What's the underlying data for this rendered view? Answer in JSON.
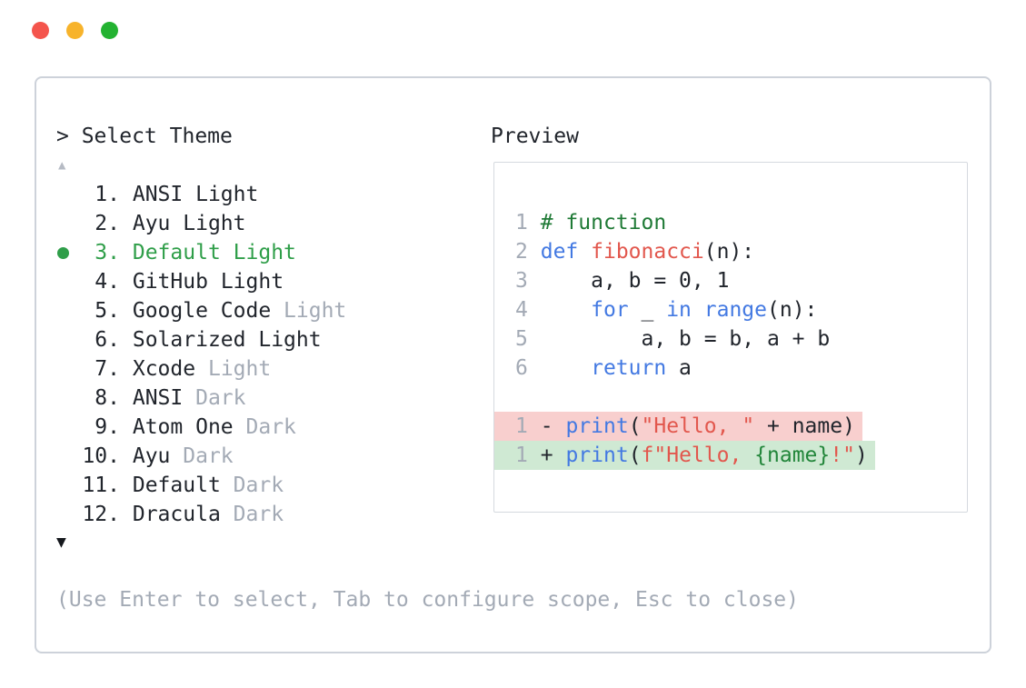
{
  "window": {
    "controls": [
      {
        "name": "close",
        "color": "#f4544c"
      },
      {
        "name": "minimize",
        "color": "#f7b32b"
      },
      {
        "name": "maximize",
        "color": "#23b231"
      }
    ]
  },
  "theme_picker": {
    "prompt": "> Select Theme",
    "scroll_up_indicator": "▲",
    "scroll_down_indicator": "▼",
    "hint": "(Use Enter to select, Tab to configure scope, Esc to close)",
    "items": [
      {
        "number": "1.",
        "name": "ANSI",
        "variant": "Light",
        "muted_variant": false,
        "selected": false
      },
      {
        "number": "2.",
        "name": "Ayu",
        "variant": "Light",
        "muted_variant": false,
        "selected": false
      },
      {
        "number": "3.",
        "name": "Default",
        "variant": "Light",
        "muted_variant": false,
        "selected": true
      },
      {
        "number": "4.",
        "name": "GitHub",
        "variant": "Light",
        "muted_variant": false,
        "selected": false
      },
      {
        "number": "5.",
        "name": "Google Code",
        "variant": "Light",
        "muted_variant": true,
        "selected": false
      },
      {
        "number": "6.",
        "name": "Solarized",
        "variant": "Light",
        "muted_variant": false,
        "selected": false
      },
      {
        "number": "7.",
        "name": "Xcode",
        "variant": "Light",
        "muted_variant": true,
        "selected": false
      },
      {
        "number": "8.",
        "name": "ANSI",
        "variant": "Dark",
        "muted_variant": true,
        "selected": false
      },
      {
        "number": "9.",
        "name": "Atom One",
        "variant": "Dark",
        "muted_variant": true,
        "selected": false
      },
      {
        "number": "10.",
        "name": "Ayu",
        "variant": "Dark",
        "muted_variant": true,
        "selected": false
      },
      {
        "number": "11.",
        "name": "Default",
        "variant": "Dark",
        "muted_variant": true,
        "selected": false
      },
      {
        "number": "12.",
        "name": "Dracula",
        "variant": "Dark",
        "muted_variant": true,
        "selected": false
      }
    ]
  },
  "preview": {
    "title": "Preview",
    "code": [
      {
        "num": "1",
        "tokens": [
          {
            "t": "# function",
            "c": "comment"
          }
        ]
      },
      {
        "num": "2",
        "tokens": [
          {
            "t": "def",
            "c": "kw"
          },
          {
            "t": " ",
            "c": "plain"
          },
          {
            "t": "fibonacci",
            "c": "fn"
          },
          {
            "t": "(n):",
            "c": "plain"
          }
        ]
      },
      {
        "num": "3",
        "tokens": [
          {
            "t": "    a, b = 0, 1",
            "c": "plain"
          }
        ]
      },
      {
        "num": "4",
        "tokens": [
          {
            "t": "    ",
            "c": "plain"
          },
          {
            "t": "for",
            "c": "kw"
          },
          {
            "t": " _ ",
            "c": "plain"
          },
          {
            "t": "in",
            "c": "kw"
          },
          {
            "t": " ",
            "c": "plain"
          },
          {
            "t": "range",
            "c": "kw"
          },
          {
            "t": "(n):",
            "c": "plain"
          }
        ]
      },
      {
        "num": "5",
        "tokens": [
          {
            "t": "        a, b = b, a + b",
            "c": "plain"
          }
        ]
      },
      {
        "num": "6",
        "tokens": [
          {
            "t": "    ",
            "c": "plain"
          },
          {
            "t": "return",
            "c": "kw"
          },
          {
            "t": " a",
            "c": "plain"
          }
        ]
      }
    ],
    "diff": [
      {
        "num": "1",
        "sign": "-",
        "kind": "del",
        "tokens": [
          {
            "t": "print",
            "c": "kw"
          },
          {
            "t": "(",
            "c": "plain"
          },
          {
            "t": "\"Hello, \"",
            "c": "str"
          },
          {
            "t": " + name)",
            "c": "plain"
          }
        ]
      },
      {
        "num": "1",
        "sign": "+",
        "kind": "add",
        "tokens": [
          {
            "t": "print",
            "c": "kw"
          },
          {
            "t": "(",
            "c": "plain"
          },
          {
            "t": "f\"Hello, ",
            "c": "str"
          },
          {
            "t": "{name}",
            "c": "interp"
          },
          {
            "t": "!\"",
            "c": "str"
          },
          {
            "t": ")",
            "c": "plain"
          }
        ]
      }
    ]
  },
  "colors": {
    "text_dark": "#21252c",
    "muted_gray": "#a3aab5",
    "selected_green": "#2f9e49",
    "comment_green": "#1f7a36",
    "keyword_blue": "#4379e2",
    "function_red": "#e2574d",
    "string_red": "#e2574d",
    "interp_green": "#22863a",
    "diff_del_bg": "#f8cfce",
    "diff_add_bg": "#cfe9d3",
    "traffic_red": "#f4544c",
    "traffic_yellow": "#f7b32b",
    "traffic_green": "#23b231"
  }
}
